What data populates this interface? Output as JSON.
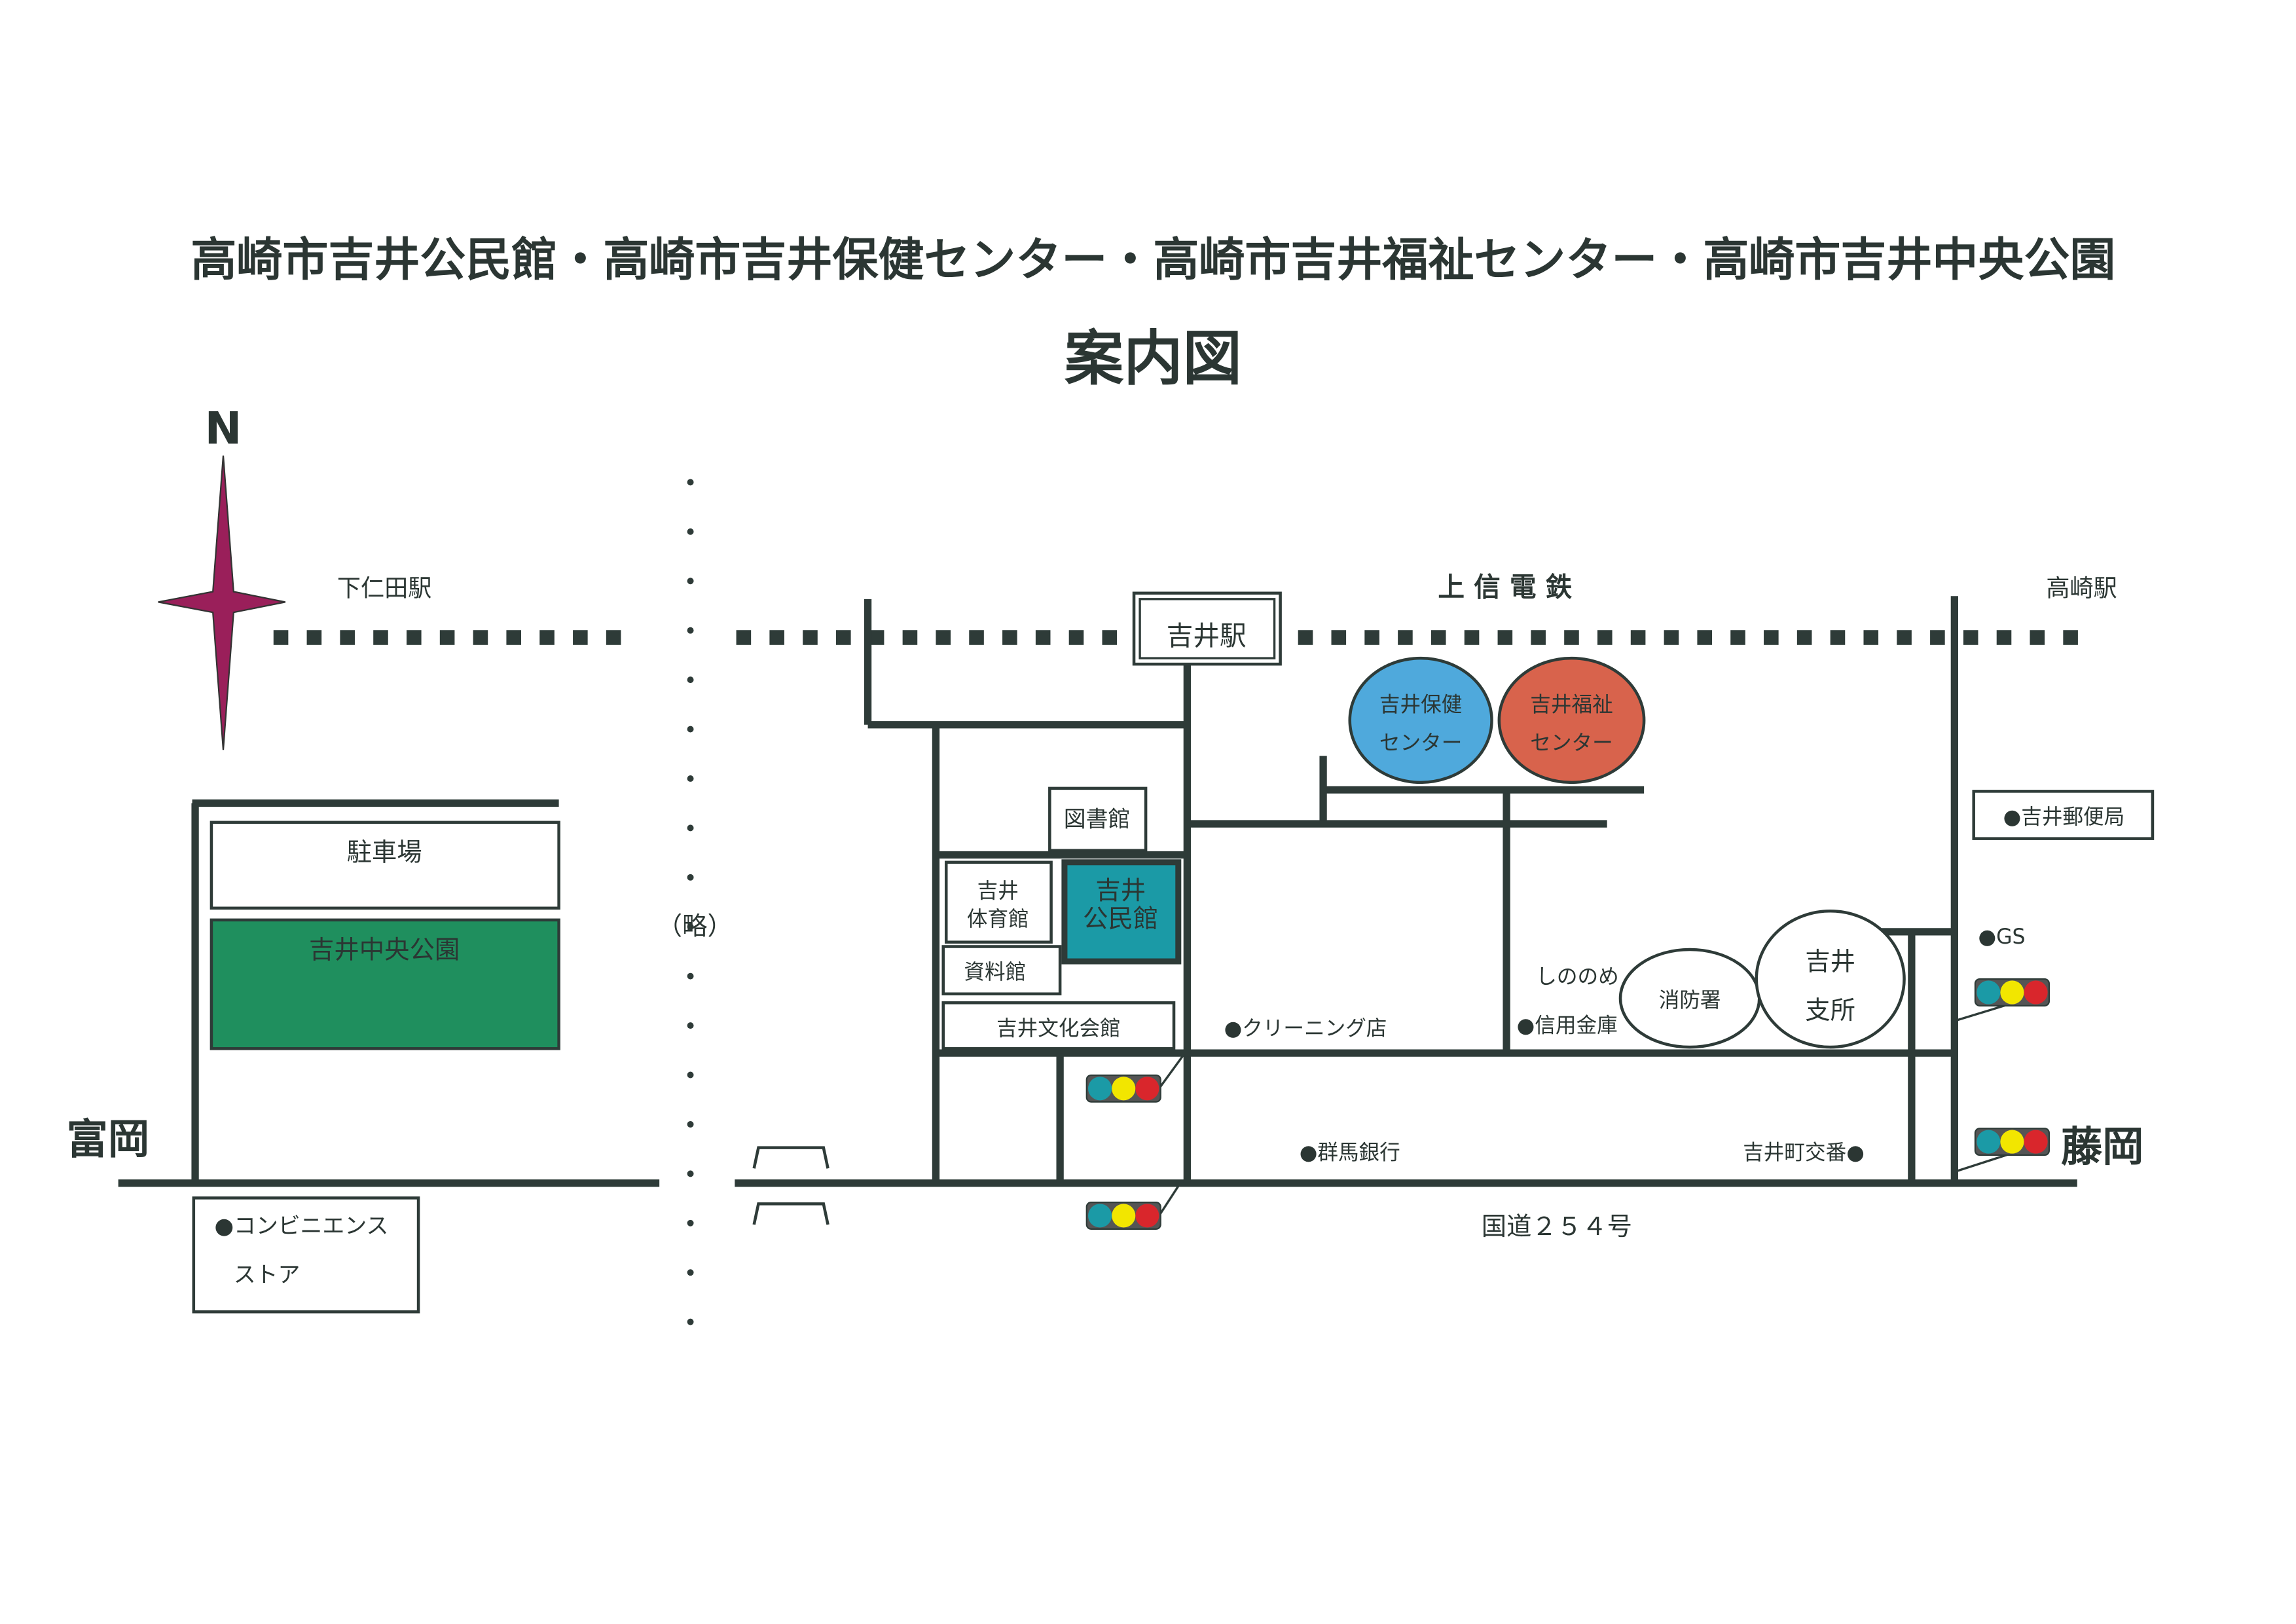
{
  "title": "高崎市吉井公民館・高崎市吉井保健センター・高崎市吉井福祉センター・高崎市吉井中央公園",
  "subtitle": "案内図",
  "compass": {
    "label": "N",
    "color": "#9a1f5a"
  },
  "railway": {
    "name": "上 信 電 鉄",
    "west_station": "下仁田駅",
    "east_station": "高崎駅",
    "station": "吉井駅"
  },
  "omitted": "（略）",
  "left_area": {
    "parking": "駐車場",
    "park": "吉井中央公園",
    "park_color": "#1f8f5e",
    "west_direction": "富岡",
    "convenience_line1": "●コンビニエンス",
    "convenience_line2": "ストア"
  },
  "buildings": {
    "library": "図書館",
    "gym_line1": "吉井",
    "gym_line2": "体育館",
    "community_hall_line1": "吉井",
    "community_hall_line2": "公民館",
    "community_hall_color": "#1b9aa6",
    "archive": "資料館",
    "culture_hall": "吉井文化会館",
    "health_center_line1": "吉井保健",
    "health_center_line2": "センター",
    "health_center_color": "#4fa9dc",
    "welfare_center_line1": "吉井福祉",
    "welfare_center_line2": "センター",
    "welfare_center_color": "#d8634c",
    "fire_station": "消防署",
    "branch_line1": "吉井",
    "branch_line2": "支所",
    "post_office": "●吉井郵便局"
  },
  "landmarks": {
    "cleaning": "●クリーニング店",
    "shinonome": "しののめ",
    "credit_union": "●信用金庫",
    "bank": "●群馬銀行",
    "police_box": "吉井町交番●",
    "gas_station": "●GS"
  },
  "road_name": "国道２５４号",
  "east_direction": "藤岡",
  "traffic_light_colors": {
    "green": "#1b9aa6",
    "yellow": "#f2e600",
    "red": "#d9262c"
  }
}
